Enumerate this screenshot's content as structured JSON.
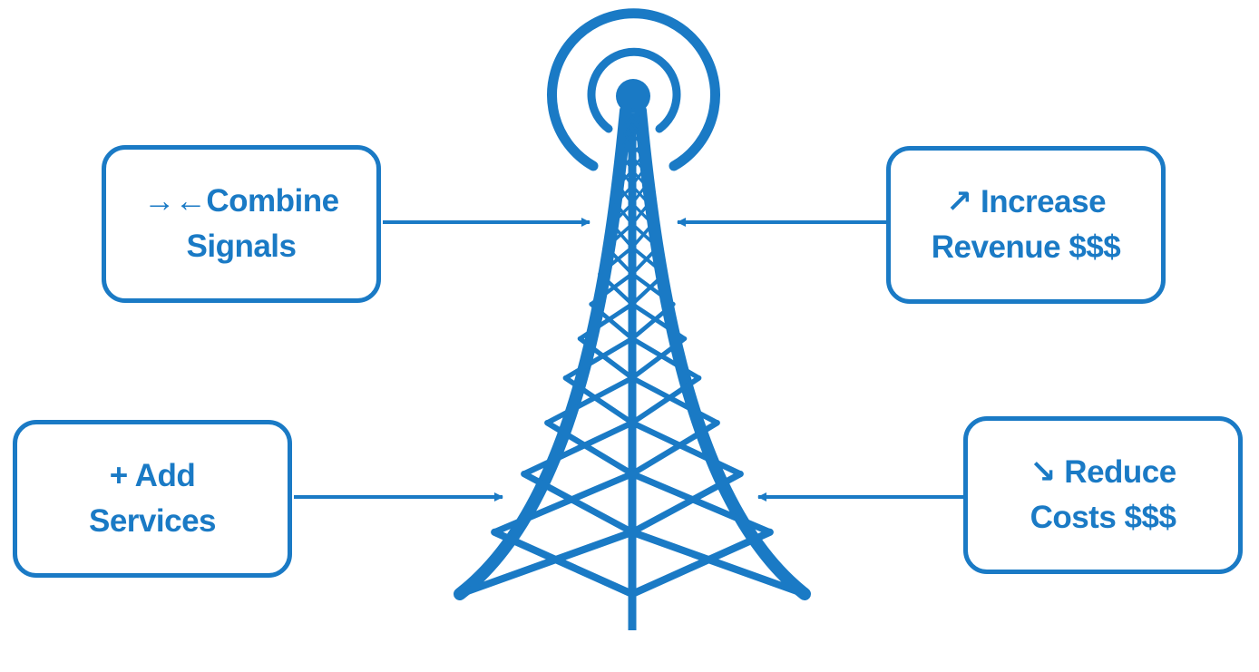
{
  "colors": {
    "accent": "#1a7ac5",
    "background": "#ffffff"
  },
  "icons": {
    "tower": "radio-tower-icon",
    "arrows": "arrow-right-icon"
  },
  "boxes": {
    "combine": {
      "line1": "→←Combine",
      "line2": "Signals"
    },
    "increase": {
      "line1": "↗ Increase",
      "line2": "Revenue $$$"
    },
    "add": {
      "line1": "+ Add",
      "line2": "Services"
    },
    "reduce": {
      "line1": "↘ Reduce",
      "line2": "Costs $$$"
    }
  }
}
